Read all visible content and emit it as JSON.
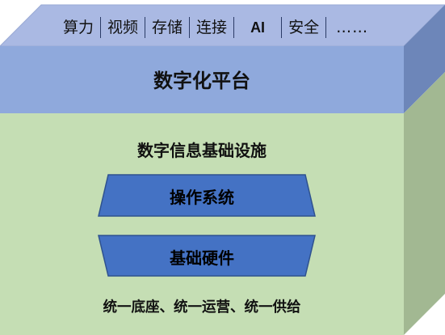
{
  "top_layer": {
    "capabilities": [
      "算力",
      "视频",
      "存储",
      "连接",
      "AI",
      "安全",
      "……"
    ],
    "title": "数字化平台"
  },
  "infrastructure": {
    "title": "数字信息基础设施",
    "os_label": "操作系统",
    "hardware_label": "基础硬件",
    "footer": "统一底座、统一运营、统一供给"
  },
  "colors": {
    "top_face": "#aab9e3",
    "platform_front": "#8fa9dc",
    "platform_side": "#6d86b9",
    "infra_front": "#c5deb4",
    "infra_side": "#a2b892",
    "trapezoid_fill": "#4472c4",
    "trapezoid_stroke": "#2f528f"
  }
}
